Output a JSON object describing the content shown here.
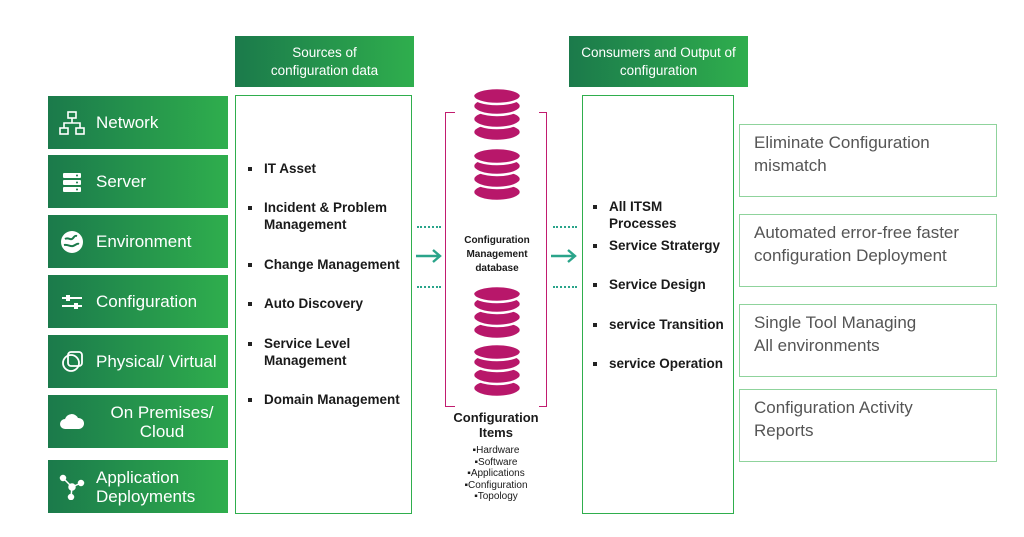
{
  "categories": [
    {
      "label": "Network",
      "icon": "network-icon"
    },
    {
      "label": "Server",
      "icon": "server-icon"
    },
    {
      "label": "Environment",
      "icon": "environment-icon"
    },
    {
      "label": "Configuration",
      "icon": "sliders-icon"
    },
    {
      "label": "Physical/ Virtual",
      "icon": "physical-virtual-icon"
    },
    {
      "label": "On Premises/\nCloud",
      "icon": "cloud-icon"
    },
    {
      "label": "Application\nDeployments",
      "icon": "deployment-icon"
    }
  ],
  "sources": {
    "title": "Sources of\nconfiguration data",
    "items": [
      "IT Asset",
      "Incident & Problem\n Management",
      "Change Management",
      "Auto Discovery",
      "Service Level\nManagement",
      "Domain Management"
    ]
  },
  "cmdb": {
    "label": "Configuration\nManagement\ndatabase",
    "items_title": "Configuration\nItems",
    "items": [
      "Hardware",
      "Software",
      "Applications",
      "Configuration",
      "Topology"
    ]
  },
  "consumers": {
    "title": "Consumers and Output of\nconfiguration",
    "items": [
      "All ITSM Processes",
      "Service Stratergy",
      "Service Design",
      "service Transition",
      "service Operation"
    ]
  },
  "outcomes": [
    "Eliminate Configuration\nmismatch",
    "Automated error-free faster\nconfiguration Deployment",
    "Single Tool Managing\nAll environments",
    "Configuration Activity\nReports"
  ],
  "colors": {
    "green_dark": "#1b7a4b",
    "green_light": "#2fae4d",
    "magenta": "#c11c6f",
    "teal": "#2aa48a"
  }
}
